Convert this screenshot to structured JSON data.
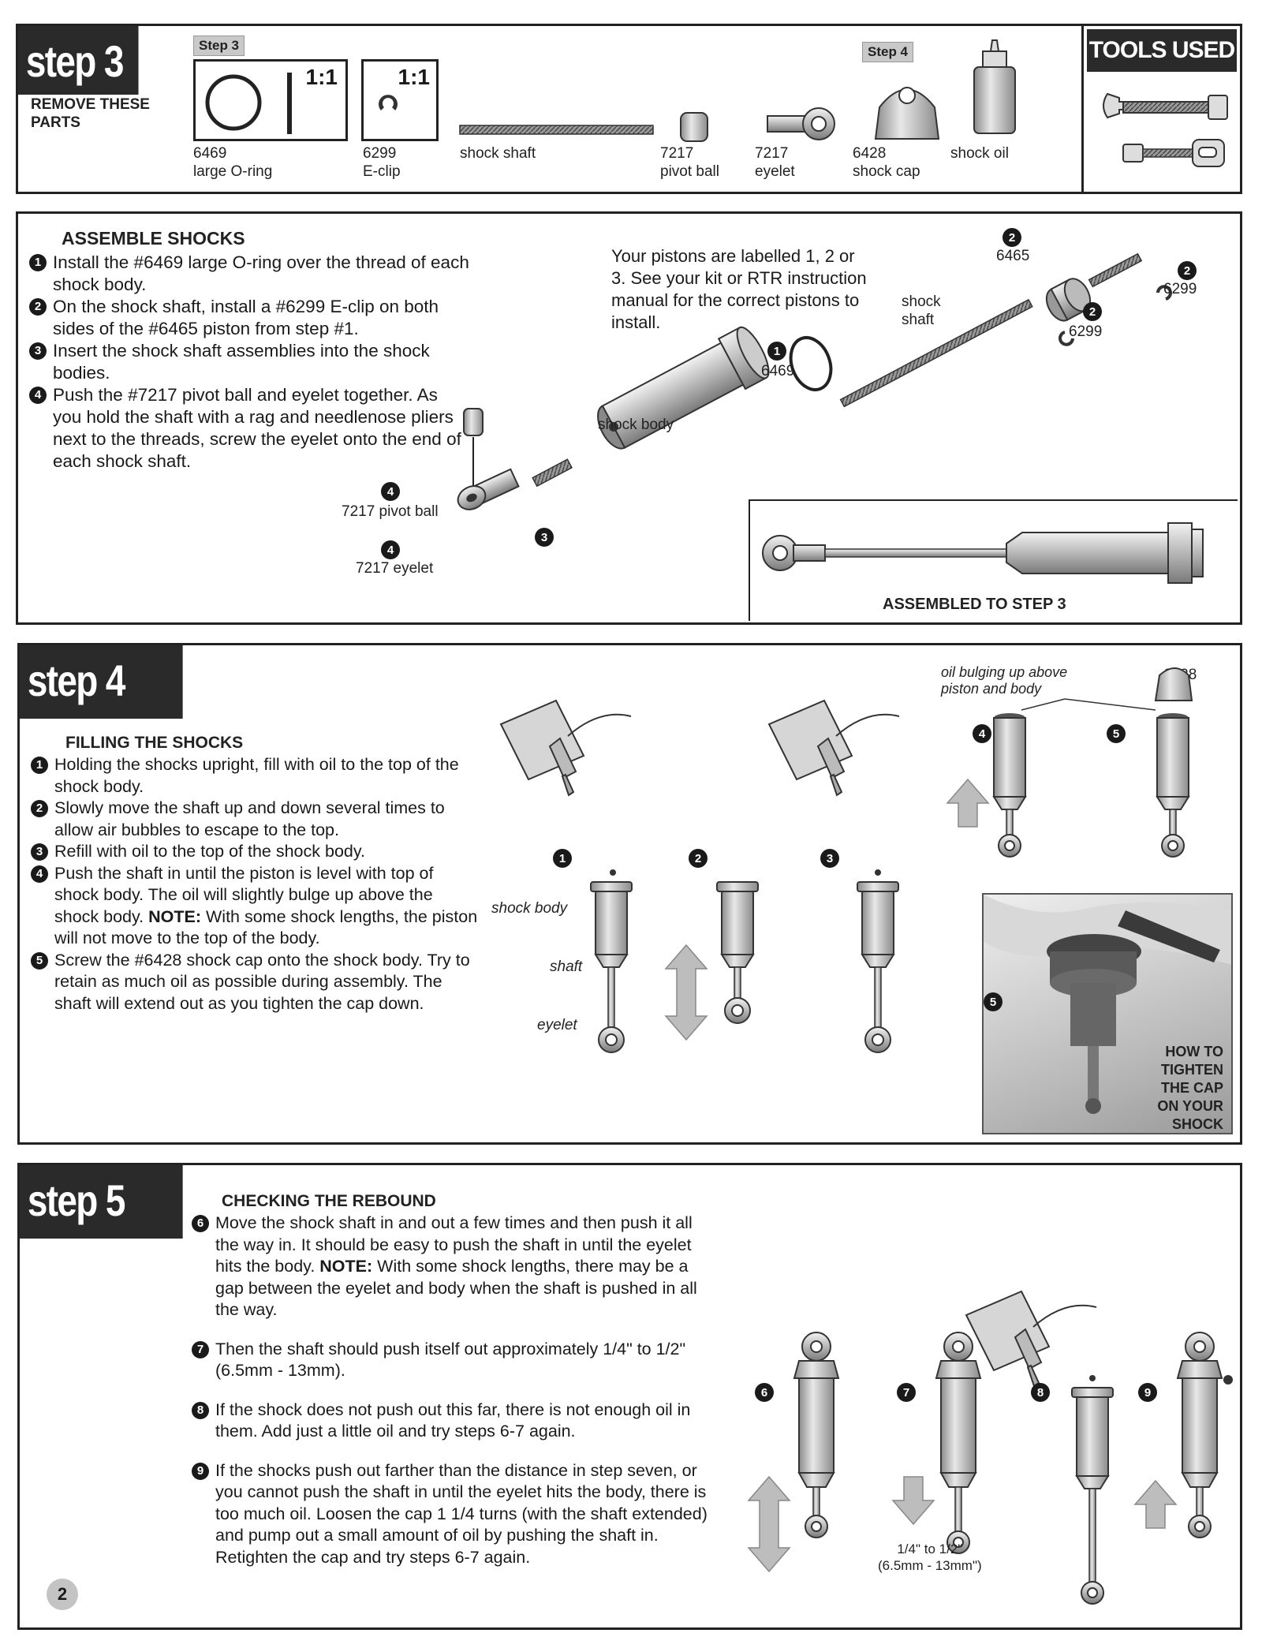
{
  "step3": {
    "title": "step 3",
    "remove_label": "REMOVE THESE PARTS",
    "step3_tag": "Step 3",
    "step4_tag": "Step 4",
    "scale_a": "1:1",
    "scale_b": "1:1",
    "parts": [
      {
        "number": "6469",
        "name": "large O-ring"
      },
      {
        "number": "6299",
        "name": "E-clip"
      },
      {
        "number": "",
        "name": "shock shaft"
      },
      {
        "number": "7217",
        "name": "pivot ball"
      },
      {
        "number": "7217",
        "name": "eyelet"
      },
      {
        "number": "6428",
        "name": "shock cap"
      },
      {
        "number": "",
        "name": "shock oil"
      }
    ],
    "tools_title": "TOOLS USED"
  },
  "assemble": {
    "title": "ASSEMBLE SHOCKS",
    "steps": [
      {
        "n": "1",
        "text": "Install the #6469 large O-ring over the thread of each shock body."
      },
      {
        "n": "2",
        "text": "On the shock shaft, install a #6299 E-clip on both sides of the #6465 piston from step #1."
      },
      {
        "n": "3",
        "text": "Insert the shock shaft assemblies into the shock bodies."
      },
      {
        "n": "4",
        "text": "Push the #7217 pivot ball and eyelet together. As you hold the shaft with a rag and needlenose pliers next to the threads, screw the eyelet onto the end of each shock shaft."
      }
    ],
    "piston_note": "Your pistons are labelled 1, 2 or 3. See your kit or RTR instruction manual for the correct pistons to install.",
    "callouts": {
      "c6465": "6465",
      "c6299a": "6299",
      "c6299b": "6299",
      "c6469": "6469",
      "shaft": "shock shaft",
      "body": "shock body",
      "pivot": "7217 pivot ball",
      "eyelet": "7217 eyelet"
    },
    "badges": {
      "one": "1",
      "two": "2",
      "three": "3",
      "four": "4"
    },
    "assembled_label": "ASSEMBLED TO STEP 3"
  },
  "step4": {
    "title": "step 4",
    "heading": "FILLING THE SHOCKS",
    "steps": [
      {
        "n": "1",
        "text": "Holding the shocks upright, fill with oil to the top of the shock body."
      },
      {
        "n": "2",
        "text": "Slowly move the shaft up and down several times to allow air bubbles to escape to the top."
      },
      {
        "n": "3",
        "text": "Refill with oil to the top of the shock body."
      },
      {
        "n": "4",
        "text": "Push the shaft in until the piston is level with top of shock body. The oil will slightly bulge up above the shock body.",
        "note_label": "NOTE:",
        "note": "With some shock lengths, the piston will not move to the top of the body."
      },
      {
        "n": "5",
        "text": "Screw the #6428 shock cap onto the shock body. Try to retain as much oil as possible during assembly. The shaft will extend out as you tighten the cap down."
      }
    ],
    "labels": {
      "body": "shock body",
      "shaft": "shaft",
      "eyelet": "eyelet",
      "bulge": "oil bulging up above piston and body",
      "cap": "6428"
    },
    "photo_caption": "HOW TO TIGHTEN THE CAP ON YOUR SHOCK",
    "badges": [
      "1",
      "2",
      "3",
      "4",
      "5",
      "5"
    ]
  },
  "step5": {
    "title": "step 5",
    "heading": "CHECKING THE REBOUND",
    "steps": [
      {
        "n": "6",
        "text": "Move the shock shaft in and out a few times and then push it all the way in. It should be easy to push the shaft in until the eyelet hits the body.",
        "note_label": "NOTE:",
        "note": "With some shock lengths, there may be a gap between the eyelet and body when the shaft is pushed in all the way."
      },
      {
        "n": "7",
        "text": "Then the shaft should push itself out approximately 1/4\" to 1/2\" (6.5mm - 13mm)."
      },
      {
        "n": "8",
        "text": "If the shock does not push out this far, there is not enough oil in them. Add just a little oil and try steps 6-7 again."
      },
      {
        "n": "9",
        "text": "If the shocks push out farther than the distance in step seven, or you cannot push the shaft in until the eyelet hits the body, there is too much oil. Loosen the cap 1 1/4 turns (with the shaft extended) and pump out a small amount of oil by pushing the shaft in. Retighten the cap and try steps 6-7 again."
      }
    ],
    "measure_line1": "1/4\" to 1/2\"",
    "measure_line2": "(6.5mm - 13mm\")",
    "badges": [
      "6",
      "7",
      "8",
      "9"
    ]
  },
  "page_number": "2"
}
